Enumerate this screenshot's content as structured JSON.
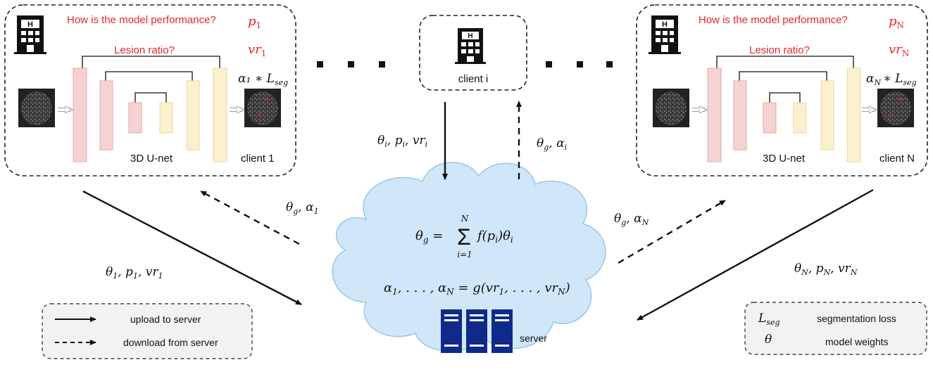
{
  "clients": {
    "left": {
      "question_perf": "How is the model performance?",
      "question_lesion": "Lesion ratio?",
      "perf_symbol": "p",
      "perf_sub": "1",
      "ratio_symbol": "vr",
      "ratio_sub": "1",
      "weighted_loss": "α₁ ∗ L",
      "weighted_loss_sub": "seg",
      "model_label": "3D U-net",
      "client_label": "client 1"
    },
    "right": {
      "question_perf": "How is the model performance?",
      "question_lesion": "Lesion ratio?",
      "perf_symbol": "p",
      "perf_sub": "N",
      "ratio_symbol": "vr",
      "ratio_sub": "N",
      "weighted_loss": "α",
      "weighted_loss_sub": "N",
      "weighted_loss_tail": "∗ L",
      "weighted_loss_tail_sub": "seg",
      "model_label": "3D U-net",
      "client_label": "client N"
    },
    "middle": {
      "client_label": "client i"
    }
  },
  "edges": {
    "up_left": "θ₁ , p₁ , vr₁",
    "down_left": "θ_g , α₁",
    "up_mid": "θᵢ , pᵢ , vrᵢ",
    "down_mid": "θ_g , αᵢ",
    "down_right": "θ_g , α_N",
    "up_right": "θ_N , p_N , vr_N"
  },
  "server": {
    "formula_1": "θ_g = Σ f(pᵢ)θᵢ",
    "sum_top": "N",
    "sum_bottom": "i=1",
    "formula_2": "α₁ , . . . , α_N = g(vr₁ , . . . , vr_N)",
    "label": "server"
  },
  "legend_left": {
    "items": [
      {
        "label": "upload to server"
      },
      {
        "label": "download from server"
      }
    ]
  },
  "legend_right": {
    "items": [
      {
        "symbol": "L",
        "symbol_sub": "seg",
        "label": "segmentation loss"
      },
      {
        "symbol": "θ",
        "label": "model weights"
      }
    ]
  },
  "colors": {
    "encoder": "#f6d3d3",
    "decoder": "#fbf1cf",
    "cloud": "#cfe7f9",
    "server": "#102a8a",
    "question": "#e8262a"
  }
}
